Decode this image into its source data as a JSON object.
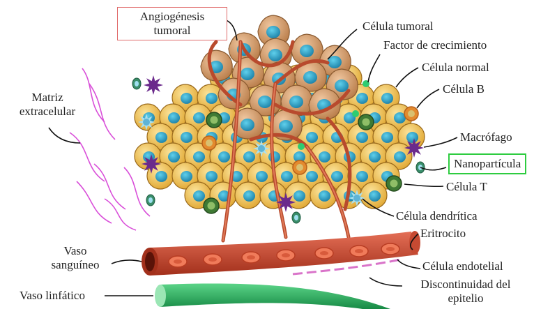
{
  "labels": {
    "angiogenesis": [
      "Angiogénesis",
      "tumoral"
    ],
    "tumor_cell": "Célula tumoral",
    "growth_factor": "Factor de crecimiento",
    "normal_cell": "Célula normal",
    "b_cell": "Célula B",
    "extracellular_matrix": [
      "Matriz",
      "extracelular"
    ],
    "macrophage": "Macrófago",
    "nanoparticle": "Nanopartícula",
    "t_cell": "Célula T",
    "dendritic_cell": "Célula dendrítica",
    "erythrocyte": "Eritrocito",
    "blood_vessel": [
      "Vaso",
      "sanguíneo"
    ],
    "endothelial_cell": "Célula endotelial",
    "lymph_vessel": "Vaso linfático",
    "epithelium_gap": [
      "Discontinuidad del",
      "epitelio"
    ]
  },
  "colors": {
    "normal_cell": "#f2c14e",
    "tumor_cell": "#d9a066",
    "nucleus": "#2aa7c9",
    "vessel": "#c9482b",
    "erythrocyte": "#f07b5a",
    "lymph": "#23a455",
    "matrix": "#d94fd9",
    "macrophage": "#6b2a8c",
    "label_box_red": "#e06a6a",
    "label_box_green": "#2ecc40"
  }
}
